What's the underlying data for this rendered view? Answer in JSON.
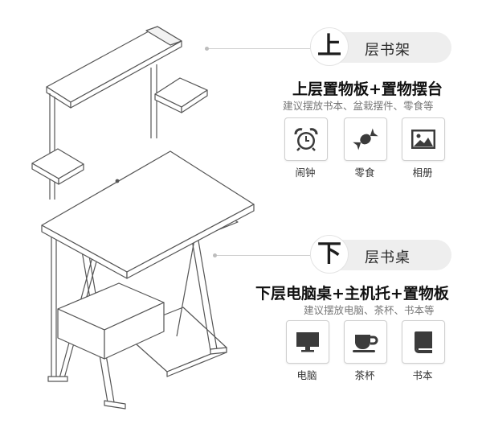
{
  "upper": {
    "badge": "上",
    "title": "层书架",
    "heading": "上层置物板+置物摆台",
    "subtitle": "建议摆放书本、盆栽摆件、零食等",
    "items": [
      {
        "label": "闹钟",
        "icon": "alarm-clock-icon"
      },
      {
        "label": "零食",
        "icon": "candy-icon"
      },
      {
        "label": "相册",
        "icon": "photo-album-icon"
      }
    ]
  },
  "lower": {
    "badge": "下",
    "title": "层书桌",
    "heading": "下层电脑桌+主机托+置物板",
    "subtitle": "建议摆放电脑、茶杯、书本等",
    "items": [
      {
        "label": "电脑",
        "icon": "monitor-icon"
      },
      {
        "label": "茶杯",
        "icon": "teacup-icon"
      },
      {
        "label": "书本",
        "icon": "book-icon"
      }
    ]
  },
  "colors": {
    "icon": "#3b3b3b",
    "pill": "#eeeeee",
    "line": "#555555"
  }
}
